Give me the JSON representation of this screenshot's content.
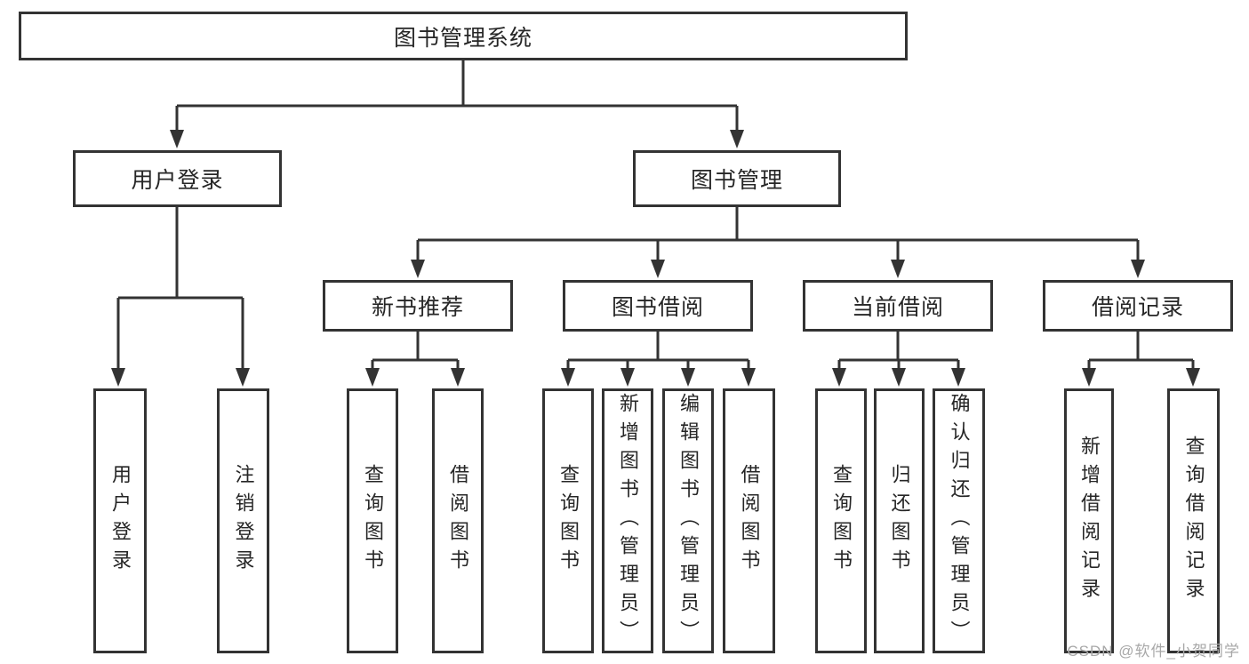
{
  "diagram": {
    "type": "tree",
    "colors": {
      "line": "#333333",
      "box_border": "#333333",
      "text": "#262626",
      "watermark_text_color": "#a8a8a8"
    },
    "nodes": {
      "root": {
        "label": "图书管理系统"
      },
      "user_login": {
        "label": "用户登录"
      },
      "book_mgmt": {
        "label": "图书管理"
      },
      "new_book_rec": {
        "label": "新书推荐"
      },
      "book_borrow": {
        "label": "图书借阅"
      },
      "current_borrow": {
        "label": "当前借阅"
      },
      "borrow_records": {
        "label": "借阅记录"
      },
      "leaf_user_login": {
        "label": "用户登录"
      },
      "leaf_logout": {
        "label": "注销登录"
      },
      "leaf_nb_query": {
        "label": "查询图书"
      },
      "leaf_nb_borrow": {
        "label": "借阅图书"
      },
      "leaf_bb_query": {
        "label": "查询图书"
      },
      "leaf_bb_add": {
        "label": "新增图书（管理员）"
      },
      "leaf_bb_edit": {
        "label": "编辑图书（管理员）"
      },
      "leaf_bb_borrow": {
        "label": "借阅图书"
      },
      "leaf_cb_query": {
        "label": "查询图书"
      },
      "leaf_cb_return": {
        "label": "归还图书"
      },
      "leaf_cb_confirm": {
        "label": "确认归还（管理员）"
      },
      "leaf_br_add": {
        "label": "新增借阅记录"
      },
      "leaf_br_query": {
        "label": "查询借阅记录"
      }
    },
    "edges": [
      "root->user_login",
      "root->book_mgmt",
      "user_login->leaf_user_login",
      "user_login->leaf_logout",
      "book_mgmt->new_book_rec",
      "book_mgmt->book_borrow",
      "book_mgmt->current_borrow",
      "book_mgmt->borrow_records",
      "new_book_rec->leaf_nb_query",
      "new_book_rec->leaf_nb_borrow",
      "book_borrow->leaf_bb_query",
      "book_borrow->leaf_bb_add",
      "book_borrow->leaf_bb_edit",
      "book_borrow->leaf_bb_borrow",
      "current_borrow->leaf_cb_query",
      "current_borrow->leaf_cb_return",
      "current_borrow->leaf_cb_confirm",
      "borrow_records->leaf_br_add",
      "borrow_records->leaf_br_query"
    ]
  },
  "watermark": {
    "text": "CSDN @软件_小贺同学"
  }
}
